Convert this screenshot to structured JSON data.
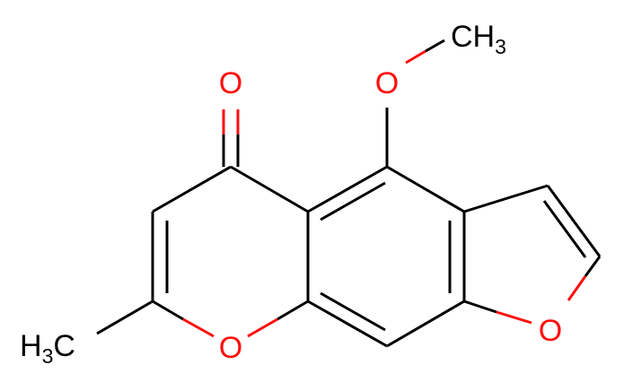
{
  "molecule": {
    "atoms": {
      "carbonyl_oxygen": {
        "symbol": "O",
        "color": "#ff0d0d"
      },
      "methoxy_oxygen": {
        "symbol": "O",
        "color": "#ff0d0d"
      },
      "pyran_oxygen": {
        "symbol": "O",
        "color": "#ff0d0d"
      },
      "furan_oxygen": {
        "symbol": "O",
        "color": "#ff0d0d"
      },
      "methoxy_methyl": {
        "main": "CH",
        "subscript": "3",
        "color": "#000000"
      },
      "ring_methyl": {
        "main": "H",
        "subscript": "3",
        "tail": "C",
        "color": "#000000"
      }
    },
    "bond_color": "#000000",
    "heteroatom_color": "#ff0d0d"
  }
}
